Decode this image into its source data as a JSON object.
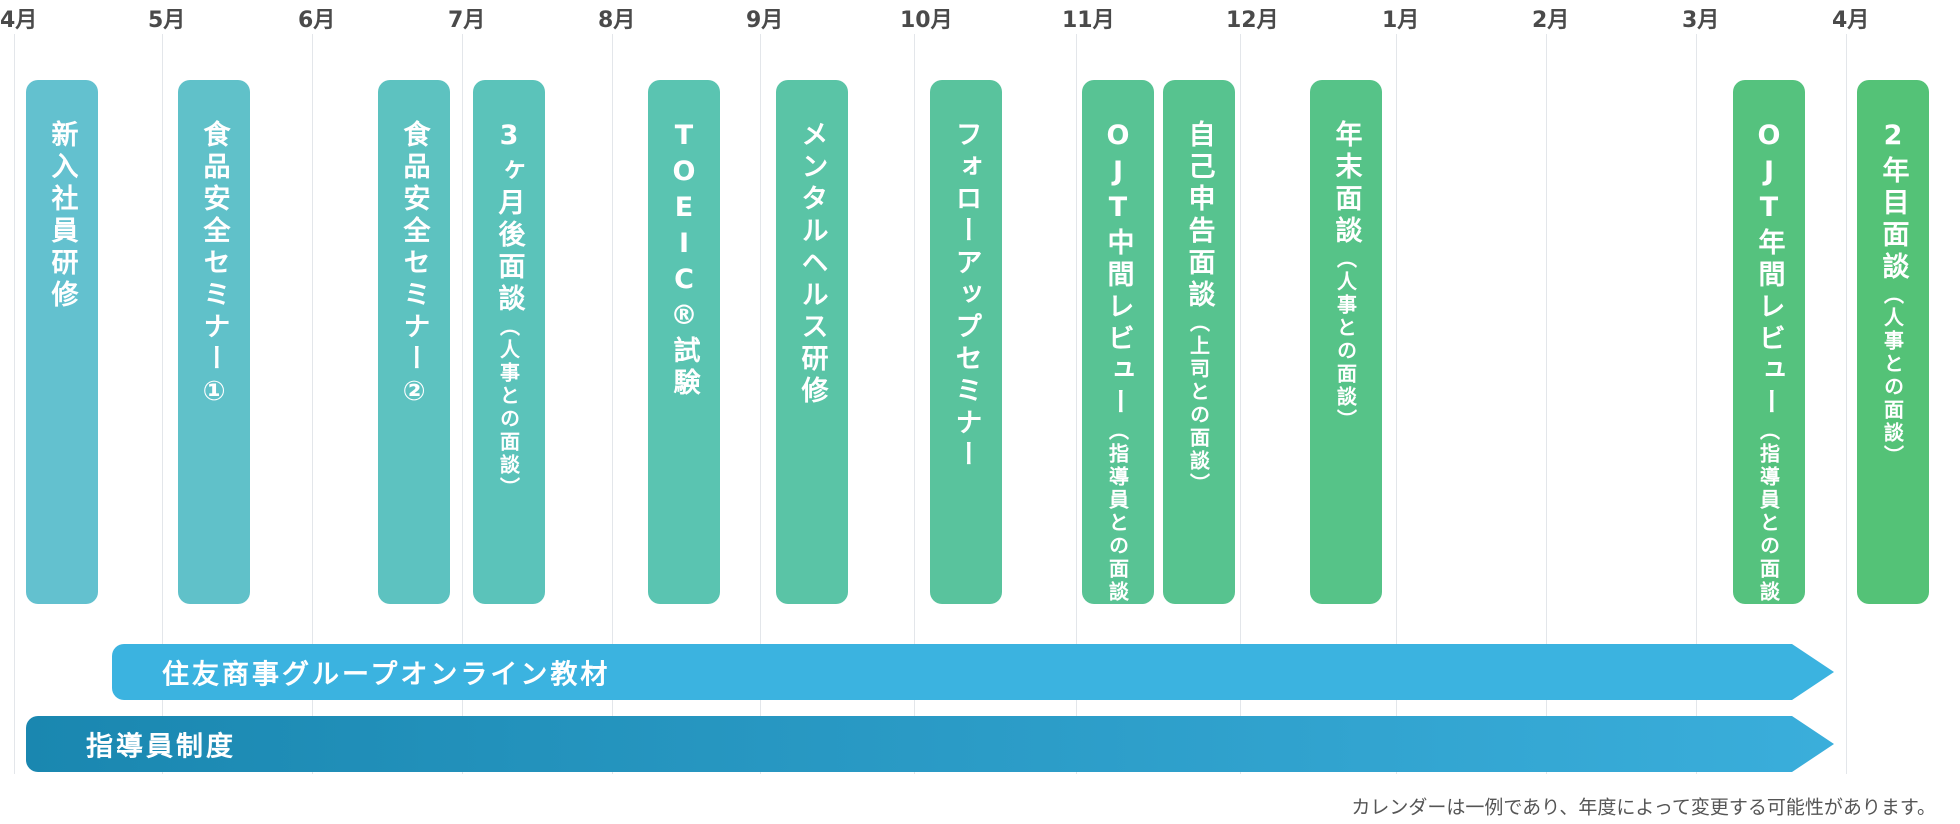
{
  "months": [
    "4月",
    "5月",
    "6月",
    "7月",
    "8月",
    "9月",
    "10月",
    "11月",
    "12月",
    "1月",
    "2月",
    "3月",
    "4月"
  ],
  "events": [
    {
      "main": "新入社員研修",
      "sub": "",
      "color": "#63c1cf"
    },
    {
      "main": "食品安全セミナー①",
      "sub": "",
      "color": "#60c1c9"
    },
    {
      "main": "食品安全セミナー②",
      "sub": "",
      "color": "#5dc2c0"
    },
    {
      "main": "3ヶ月後面談",
      "sub": "（人事との面談）",
      "color": "#5bc3ba"
    },
    {
      "main": "TOEIC®試験",
      "sub": "",
      "color": "#5ac4b1"
    },
    {
      "main": "メンタルヘルス研修",
      "sub": "",
      "color": "#5ac4a6"
    },
    {
      "main": "フォローアップセミナー",
      "sub": "",
      "color": "#59c39d"
    },
    {
      "main": "OJT中間レビュー",
      "sub": "（指導員との面談）",
      "color": "#58c394"
    },
    {
      "main": "自己申告面談",
      "sub": "（上司との面談）",
      "color": "#57c38f"
    },
    {
      "main": "年末面談",
      "sub": "（人事との面談）",
      "color": "#56c388"
    },
    {
      "main": "OJT年間レビュー",
      "sub": "（指導員との面談）",
      "color": "#55c27e"
    },
    {
      "main": "2年目面談",
      "sub": "（人事との面談）",
      "color": "#54c277"
    }
  ],
  "bars": [
    {
      "label": "住友商事グループオンライン教材",
      "color_start": "#3bb3e0",
      "color_end": "#3bb3e0"
    },
    {
      "label": "指導員制度",
      "color_start": "#1a87b0",
      "color_end": "#3aaedb"
    }
  ],
  "note": "カレンダーは一例であり、年度によって変更する可能性があります。"
}
